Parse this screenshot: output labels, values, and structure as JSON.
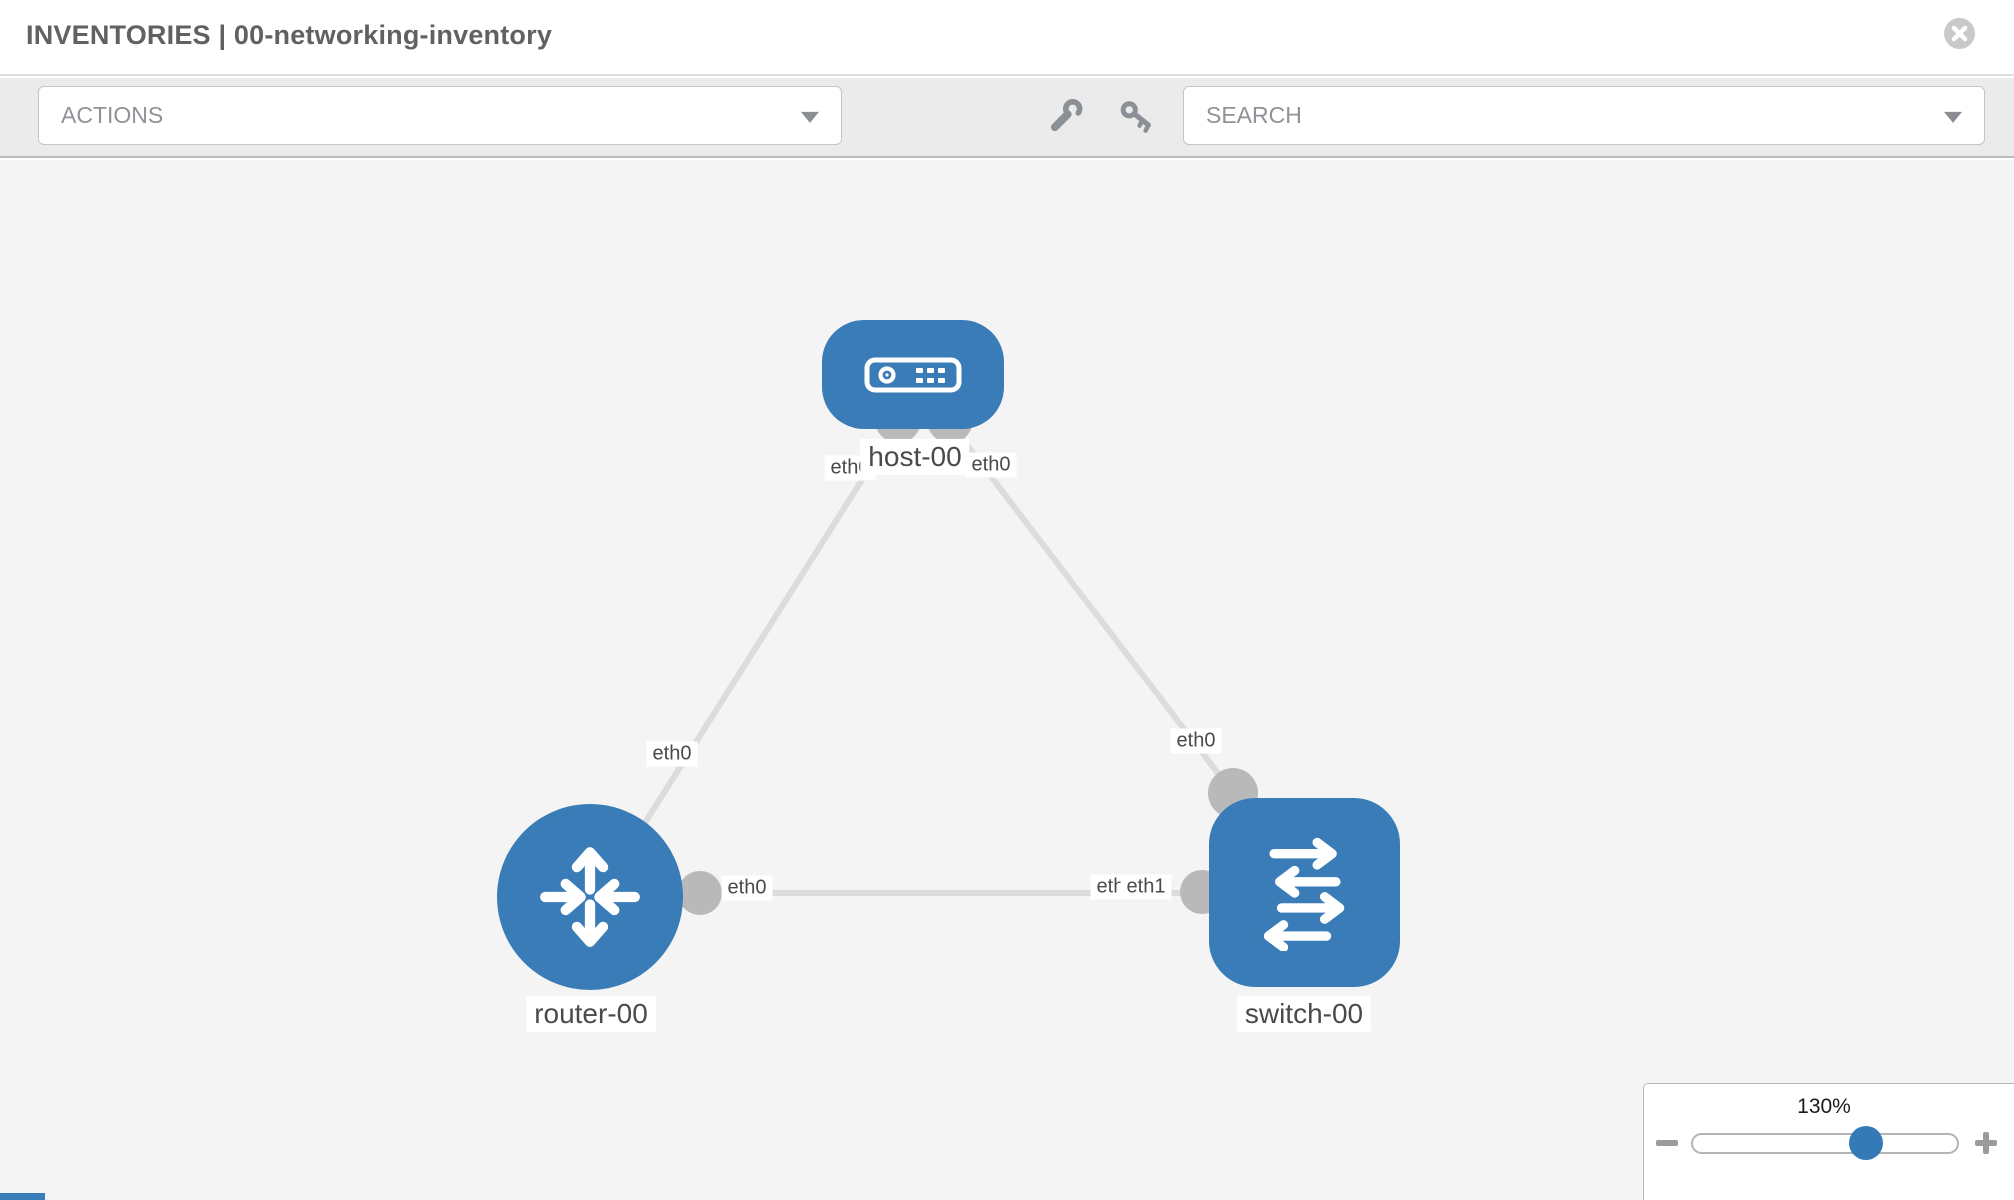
{
  "header": {
    "title": "INVENTORIES | 00-networking-inventory"
  },
  "toolbar": {
    "actions_label": "ACTIONS",
    "search_label": "SEARCH",
    "tool_icons": [
      "wrench-icon",
      "key-icon"
    ]
  },
  "topology": {
    "nodes": [
      {
        "id": "host-00",
        "type": "host",
        "label": "host-00"
      },
      {
        "id": "router-00",
        "type": "router",
        "label": "router-00"
      },
      {
        "id": "switch-00",
        "type": "switch",
        "label": "switch-00"
      }
    ],
    "links": [
      {
        "from": "host-00",
        "to": "router-00",
        "from_interface": "eth0",
        "to_interface": "eth0"
      },
      {
        "from": "host-00",
        "to": "switch-00",
        "from_interface": "eth0",
        "to_interface": "eth0"
      },
      {
        "from": "router-00",
        "to": "switch-00",
        "from_interface": "eth0",
        "to_interface": "eth1",
        "to_interface_overlapped": "eth0"
      }
    ]
  },
  "zoom_control": {
    "value": "130%"
  },
  "colors": {
    "node_blue": "#3a7cb8",
    "accent_blue": "#337ab7",
    "link_gray": "#dcdcdc",
    "endpoint_gray": "#b9b9b9",
    "toolbar_gray": "#ebebeb",
    "canvas_gray": "#f5f4f4"
  }
}
